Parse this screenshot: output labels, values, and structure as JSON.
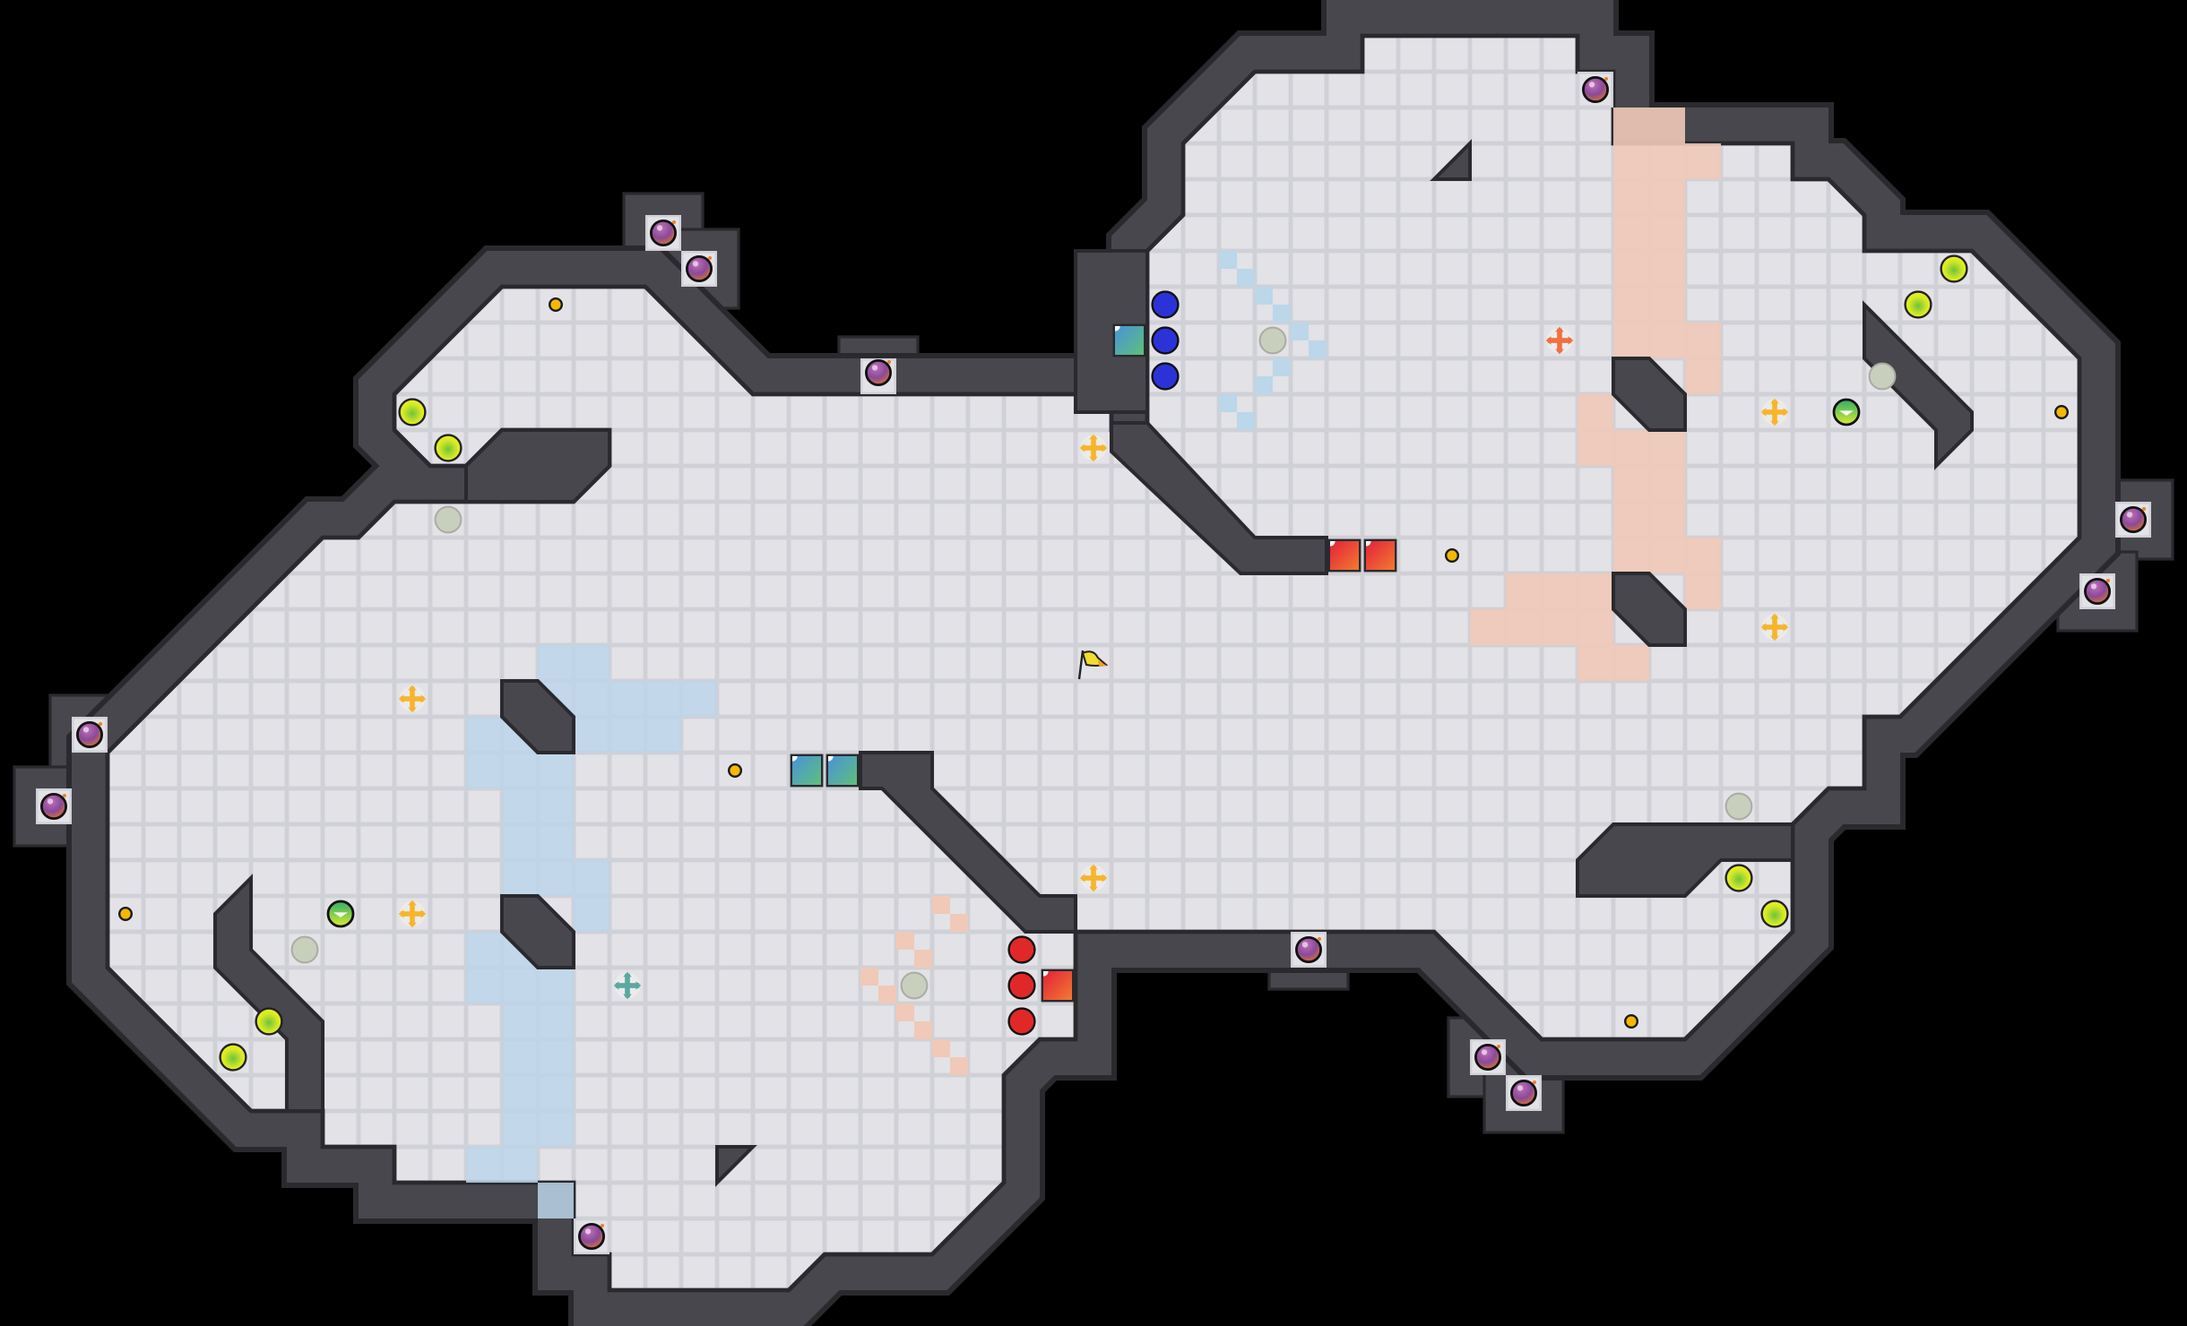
{
  "game": {
    "view": "tile-map",
    "colors": {
      "background": "#000000",
      "floor": "#e2e2e7",
      "floor_grid": "#cdcdd4",
      "wall": "#47474d",
      "wall_edge": "#2a2a2e",
      "blue_zone": "#bcd6ea",
      "red_zone": "#f0c9b8",
      "blue_team": "#2b33d8",
      "red_team": "#e02828",
      "boost": "#f7b52b",
      "red_boost": "#f07040",
      "teal_boost": "#5aa8a0",
      "pill": "#f5b800",
      "bomb": "#9a4a94",
      "yellow_ball": "#e3ee22",
      "inactive": "#c9cfbd",
      "flag": "#f2dc2e"
    },
    "entity_types": [
      "bomb-icon",
      "boost-icon",
      "red-boost-icon",
      "teal-boost-icon",
      "yellow-ball",
      "pill",
      "inactive-spawn",
      "green-powerup",
      "blue-ball",
      "red-ball",
      "blue-gate",
      "red-gate",
      "yellow-flag-icon"
    ]
  }
}
